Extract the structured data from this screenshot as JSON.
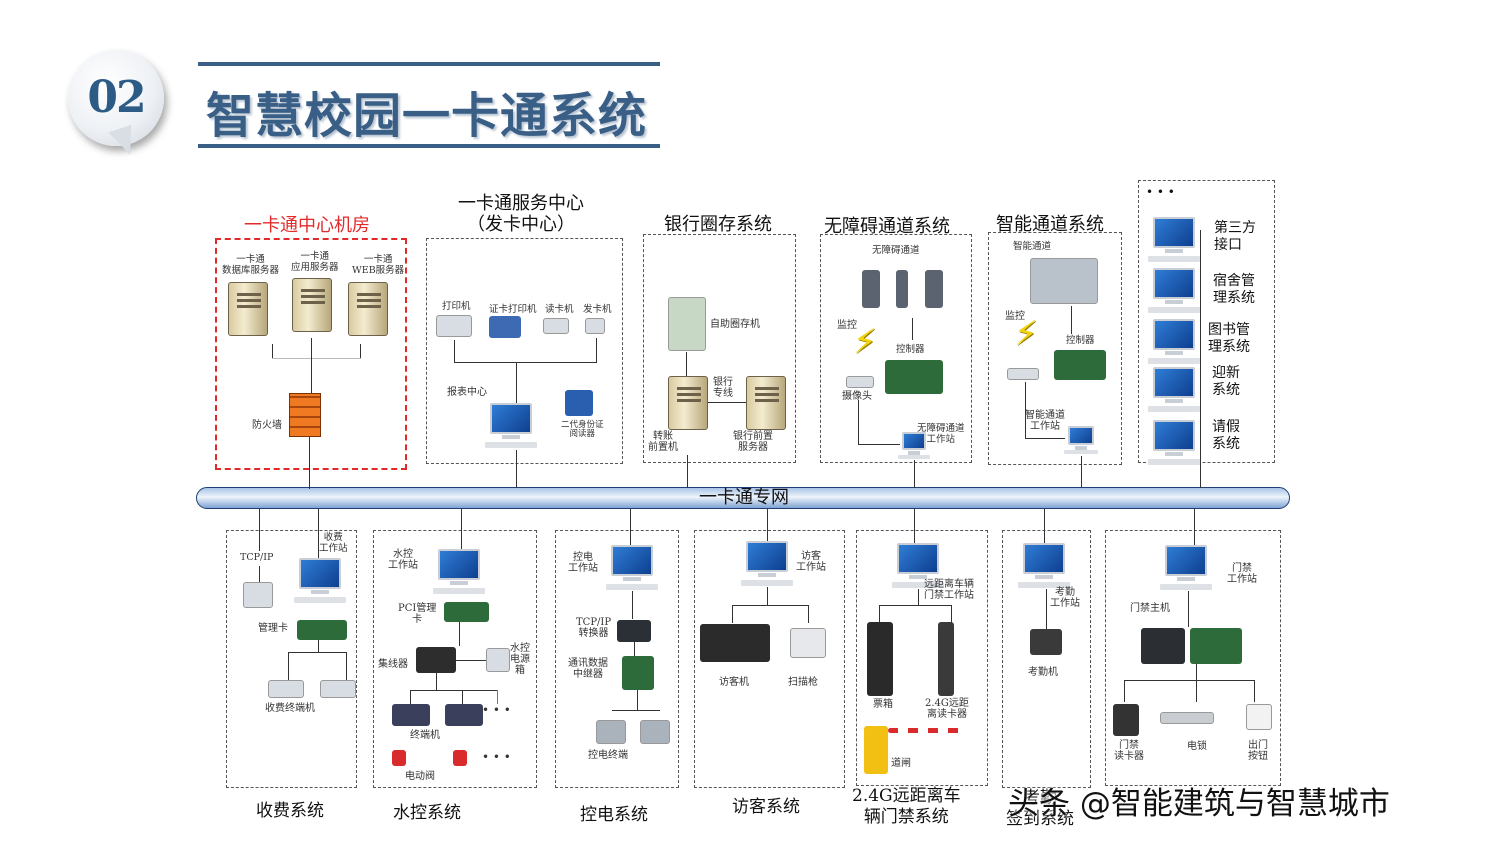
{
  "header": {
    "number": "02",
    "title": "智慧校园一卡通系统"
  },
  "bus": "一卡通专网",
  "top": {
    "center": {
      "title": "一卡通中心机房",
      "db_server": "一卡通\n数据库服务器",
      "app_server": "一卡通\n应用服务器",
      "web_server": "一卡通\nWEB服务器",
      "firewall": "防火墙"
    },
    "service": {
      "title": "一卡通服务中心\n（发卡中心）",
      "printer": "打印机",
      "card_printer": "证卡打印机",
      "reader": "读卡机",
      "dispenser": "发卡机",
      "report": "报表中心",
      "id_reader": "二代身份证\n阅读器"
    },
    "bank": {
      "title": "银行圈存系统",
      "kiosk": "自助圈存机",
      "line": "银行\n专线",
      "transfer": "转账\n前置机",
      "bank_server": "银行前置\n服务器"
    },
    "barrier_free": {
      "title": "无障碍通道系统",
      "channel": "无障碍通道",
      "monitor": "监控",
      "controller": "控制器",
      "camera": "摄像头",
      "station": "无障碍通道\n工作站"
    },
    "smart_channel": {
      "title": "智能通道系统",
      "channel": "智能通道",
      "monitor": "监控",
      "controller": "控制器",
      "station": "智能通道\n工作站"
    },
    "others": {
      "dots": "• • •",
      "items": [
        "第三方\n接口",
        "宿舍管\n理系统",
        "图书管\n理系统",
        "迎新\n系统",
        "请假\n系统"
      ]
    }
  },
  "bottom": {
    "fee": {
      "title": "收费系统",
      "tcp": "TCP/IP",
      "station": "收费\n工作站",
      "card": "管理卡",
      "terminal": "收费终端机"
    },
    "water": {
      "title": "水控系统",
      "station": "水控\n工作站",
      "pci": "PCI管理\n卡",
      "hub": "集线器",
      "power": "水控\n电源\n箱",
      "terminal": "终端机",
      "valve": "电动阀",
      "dots": "• • •"
    },
    "power": {
      "title": "控电系统",
      "station": "控电\n工作站",
      "converter": "TCP/IP\n转换器",
      "relay": "通讯数据\n中继器",
      "terminal": "控电终端"
    },
    "visitor": {
      "title": "访客系统",
      "station": "访客\n工作站",
      "machine": "访客机",
      "scanner": "扫描枪"
    },
    "vehicle": {
      "title": "2.4G远距离车\n辆门禁系统",
      "station": "远距离车辆\n门禁工作站",
      "ticket": "票箱",
      "reader": "2.4G远距\n离读卡器",
      "gate": "道闸"
    },
    "attendance": {
      "title": "考勤\n签到系统",
      "station": "考勤\n工作站",
      "machine": "考勤机"
    },
    "door": {
      "station": "门禁\n工作站",
      "host": "门禁主机",
      "reader": "门禁\n读卡器",
      "lock": "电锁",
      "exit": "出门\n按钮"
    }
  },
  "watermark": "头条 @智能建筑与智慧城市"
}
